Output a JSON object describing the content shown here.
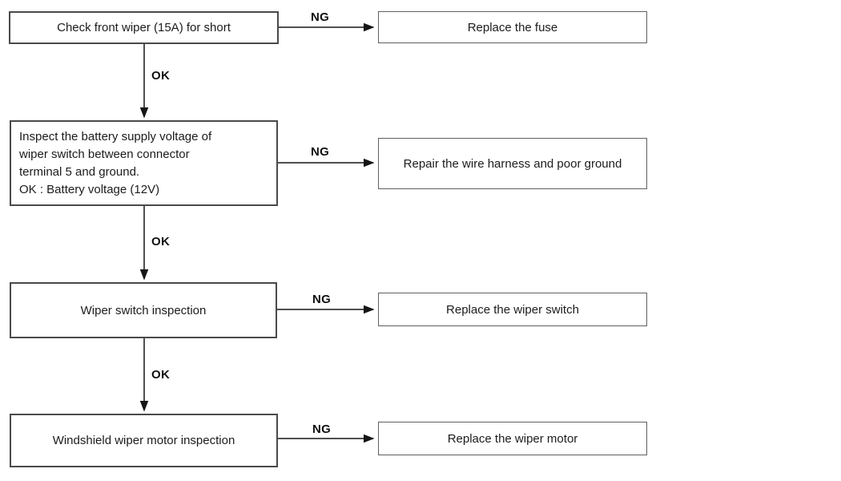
{
  "diagram": {
    "type": "flowchart",
    "colors": {
      "background": "#ffffff",
      "box_border": "#4a4a4a",
      "remedy_box_border": "#606060",
      "text": "#1c1c1c",
      "arrow": "#161616"
    },
    "rows": [
      {
        "check": "Check front wiper (15A) for short",
        "ng_label": "NG",
        "remedy": "Replace the fuse",
        "ok_label": "OK"
      },
      {
        "check": "Inspect the battery supply voltage of\nwiper switch between connector\nterminal 5 and ground.\nOK : Battery voltage (12V)",
        "ng_label": "NG",
        "remedy": "Repair the wire harness and poor ground",
        "ok_label": "OK"
      },
      {
        "check": "Wiper switch inspection",
        "ng_label": "NG",
        "remedy": "Replace the wiper switch",
        "ok_label": "OK"
      },
      {
        "check": "Windshield wiper motor inspection",
        "ng_label": "NG",
        "remedy": "Replace the wiper motor"
      }
    ]
  }
}
